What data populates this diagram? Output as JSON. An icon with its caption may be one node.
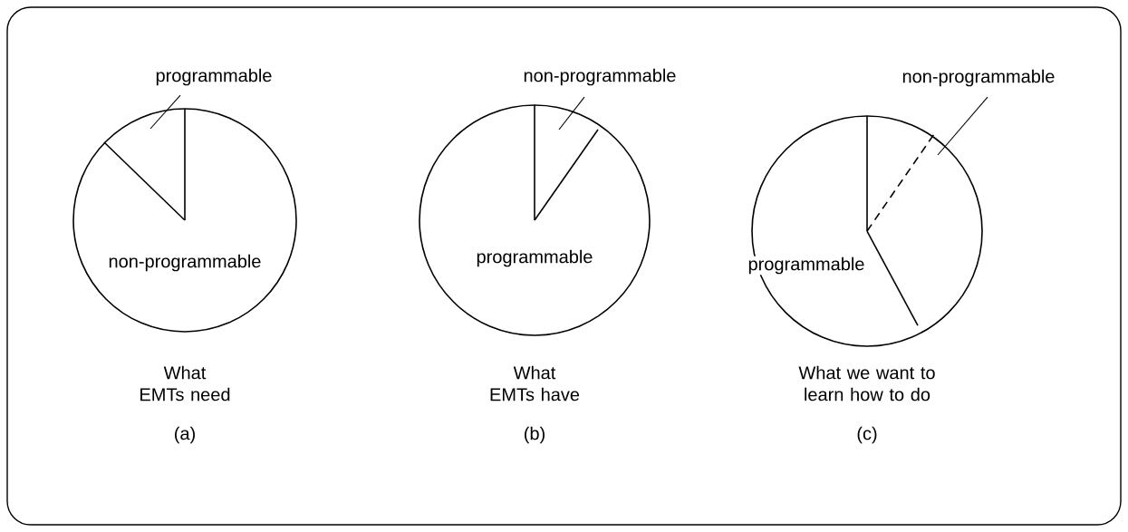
{
  "diagram": {
    "nodes": [
      {
        "text": [
          "non-programmable"
        ],
        "beside": [
          "What EMTs need",
          "(a)"
        ]
      },
      {
        "text": [
          "programmable"
        ]
      },
      {
        "text": [
          "programmable"
        ],
        "beside": [
          "What EMTs have",
          "(b)"
        ]
      },
      {
        "text": [
          "non-programmable"
        ]
      },
      {
        "text": [
          "programmable"
        ],
        "beside": [
          "What we want to learn how to do",
          "(c)"
        ]
      },
      {
        "text": [
          "non-programmable"
        ]
      }
    ],
    "edges": [
      {
        "from": 1,
        "to": 0,
        "arrow": "none"
      },
      {
        "from": 3,
        "to": 2,
        "arrow": "none"
      },
      {
        "from": 5,
        "to": 4,
        "arrow": "none"
      }
    ]
  }
}
